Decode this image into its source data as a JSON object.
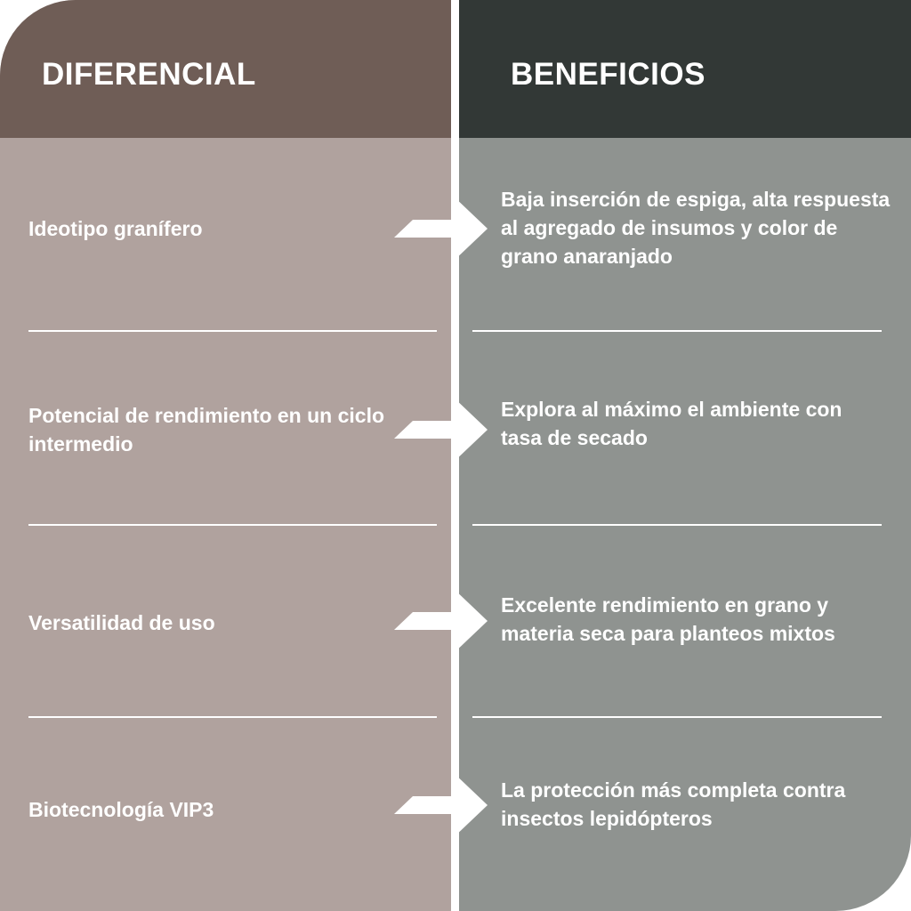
{
  "headers": {
    "left": "DIFERENCIAL",
    "right": "BENEFICIOS"
  },
  "rows": [
    {
      "diferencial": "Ideotipo granífero",
      "beneficio": "Baja inserción de espiga, alta respuesta al agregado de insumos y color de grano anaranjado"
    },
    {
      "diferencial": "Potencial de rendimiento en un ciclo intermedio",
      "beneficio": "Explora al máximo el ambiente con tasa de secado"
    },
    {
      "diferencial": "Versatilidad de uso",
      "beneficio": "Excelente rendimiento en grano y materia seca para planteos mixtos"
    },
    {
      "diferencial": "Biotecnología VIP3",
      "beneficio": "La protección más completa contra insectos lepidópteros"
    }
  ],
  "colors": {
    "left_header": "#6f5d56",
    "left_body": "#b0a29e",
    "right_header": "#323836",
    "right_body": "#8f9390"
  }
}
